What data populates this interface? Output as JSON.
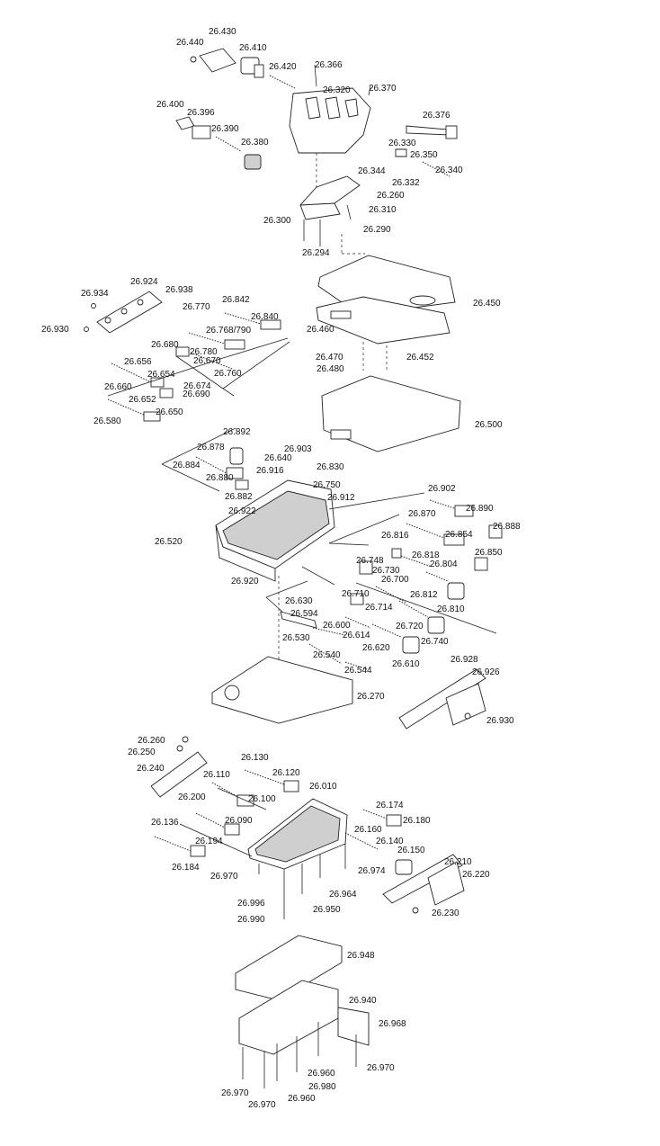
{
  "labels": [
    "26.430",
    "26.440",
    "26.410",
    "26.420",
    "26.366",
    "26.320",
    "26.370",
    "26.400",
    "26.396",
    "26.390",
    "26.380",
    "26.376",
    "26.330",
    "26.350",
    "26.344",
    "26.340",
    "26.332",
    "26.260",
    "26.310",
    "26.300",
    "26.290",
    "26.294",
    "26.934",
    "26.924",
    "26.938",
    "26.842",
    "26.930",
    "26.770",
    "26.840",
    "26.768/790",
    "26.680",
    "26.780",
    "26.656",
    "26.670",
    "26.654",
    "26.760",
    "26.660",
    "26.674",
    "26.652",
    "26.690",
    "26.650",
    "26.580",
    "26.450",
    "26.460",
    "26.470",
    "26.480",
    "26.452",
    "26.500",
    "26.892",
    "26.878",
    "26.903",
    "26.640",
    "26.884",
    "26.830",
    "26.916",
    "26.880",
    "26.750",
    "26.882",
    "26.912",
    "26.922",
    "26.902",
    "26.520",
    "26.890",
    "26.870",
    "26.888",
    "26.854",
    "26.816",
    "26.818",
    "26.850",
    "26.804",
    "26.748",
    "26.730",
    "26.920",
    "26.700",
    "26.812",
    "26.630",
    "26.710",
    "26.810",
    "26.594",
    "26.714",
    "26.600",
    "26.720",
    "26.614",
    "26.530",
    "26.740",
    "26.620",
    "26.540",
    "26.610",
    "26.544",
    "26.928",
    "26.926",
    "26.270",
    "26.930",
    "26.260",
    "26.250",
    "26.130",
    "26.240",
    "26.120",
    "26.110",
    "26.010",
    "26.100",
    "26.200",
    "26.090",
    "26.174",
    "26.136",
    "26.160",
    "26.180",
    "26.194",
    "26.140",
    "26.150",
    "26.184",
    "26.210",
    "26.970",
    "26.974",
    "26.220",
    "26.996",
    "26.964",
    "26.990",
    "26.950",
    "26.230",
    "26.948",
    "26.940",
    "26.968",
    "26.960",
    "26.970",
    "26.970",
    "26.980",
    "26.970",
    "26.960"
  ]
}
